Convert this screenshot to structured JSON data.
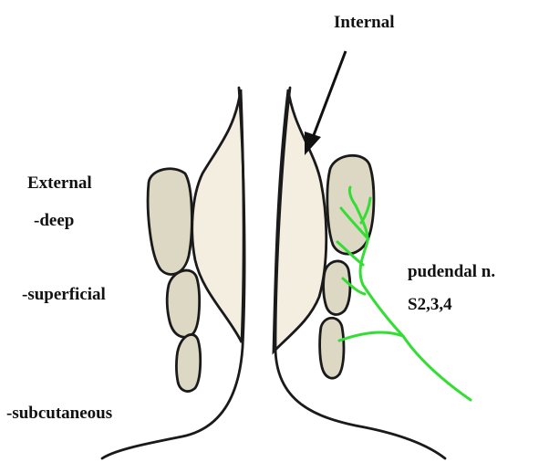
{
  "colors": {
    "sphincter_fill": "#f3eee0",
    "external_fill": "#ddd8c4",
    "outline": "#1a1a1a",
    "nerve": "#33dd33"
  },
  "labels": {
    "internal": "Internal",
    "external": "External",
    "deep": "-deep",
    "superficial": "-superficial",
    "subcutaneous": "-subcutaneous",
    "pudendal_line1": "pudendal n.",
    "pudendal_line2": "S2,3,4"
  }
}
